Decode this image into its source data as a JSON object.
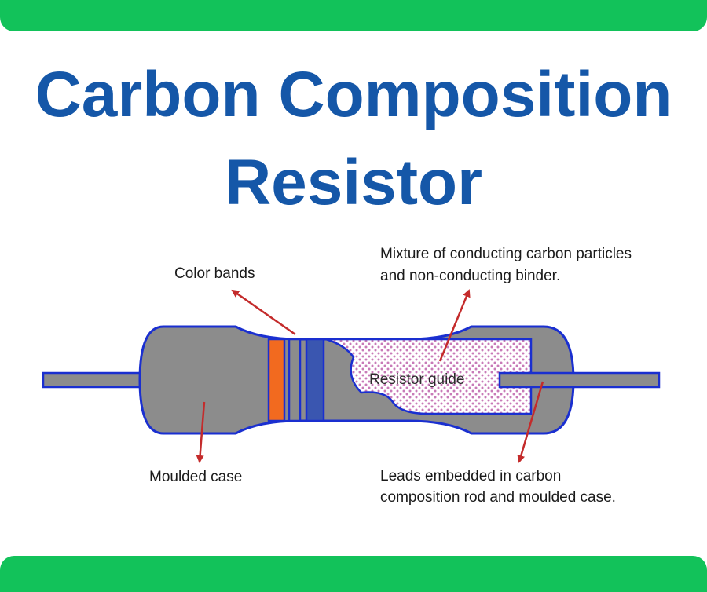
{
  "title": {
    "line1": "Carbon Composition",
    "line2": "Resistor"
  },
  "labels": {
    "color_bands": "Color bands",
    "mixture_line1": "Mixture of conducting carbon particles",
    "mixture_line2": "and non-conducting binder.",
    "resistor_guide": "Resistor guide",
    "moulded_case": "Moulded case",
    "leads_line1": "Leads embedded in carbon",
    "leads_line2": "composition rod and moulded case."
  },
  "colors": {
    "accent_bar": "#12c25a",
    "title_text": "#1557a8",
    "outline": "#1a2fd0",
    "body_fill": "#8c8c8c",
    "band_orange": "#f26a1f",
    "band_blue": "#3a56b0",
    "core_fill": "#ffffff",
    "core_dots": "#c87ab8",
    "arrow": "#c42b2b"
  }
}
